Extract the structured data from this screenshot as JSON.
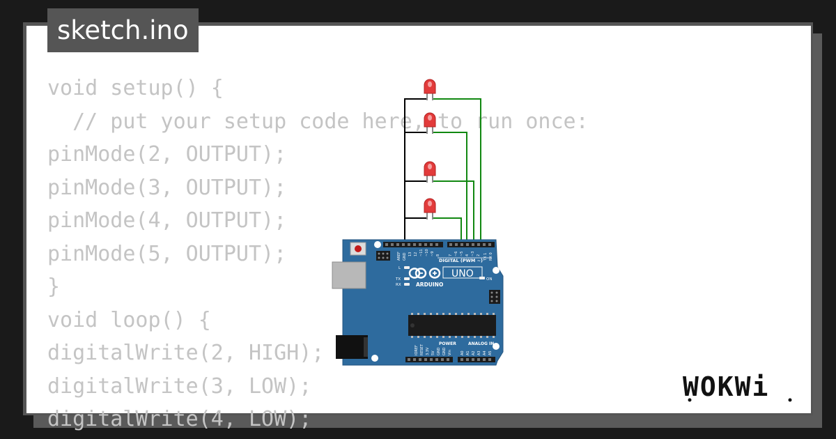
{
  "title": "sketch.ino",
  "code_lines": [
    "void setup() {",
    "  // put your setup code here, to run once:",
    "pinMode(2, OUTPUT);",
    "pinMode(3, OUTPUT);",
    "pinMode(4, OUTPUT);",
    "pinMode(5, OUTPUT);",
    "}",
    "void loop() {",
    "digitalWrite(2, HIGH);",
    "digitalWrite(3, LOW);",
    "digitalWrite(4, LOW);"
  ],
  "board": {
    "model_label": "UNO",
    "brand_label": "ARDUINO",
    "digital_label": "DIGITAL (PWM ~)",
    "on_label": "ON",
    "power_label": "POWER",
    "analog_label": "ANALOG IN",
    "led_labels": [
      "L",
      "TX",
      "RX"
    ],
    "top_pin_labels": [
      "AREF",
      "GND",
      "13",
      "12",
      "~11",
      "~10",
      "~9",
      "8",
      "7",
      "~6",
      "~5",
      "4",
      "~3",
      "2",
      "TX 1",
      "RX 0"
    ],
    "power_pin_labels": [
      "IOREF",
      "RESET",
      "3.3V",
      "5V",
      "GND",
      "GND",
      "Vin"
    ],
    "analog_pin_labels": [
      "A0",
      "A1",
      "A2",
      "A3",
      "A4",
      "A5"
    ],
    "board_color": "#2e6b9e"
  },
  "leds": [
    {
      "color": "#e23b3b",
      "connected_pin": "2"
    },
    {
      "color": "#e23b3b",
      "connected_pin": "3"
    },
    {
      "color": "#e23b3b",
      "connected_pin": "4"
    },
    {
      "color": "#e23b3b",
      "connected_pin": "5"
    }
  ],
  "wire_colors": {
    "ground": "#000000",
    "signal": "#118811"
  },
  "logo_text": "WOKWi"
}
